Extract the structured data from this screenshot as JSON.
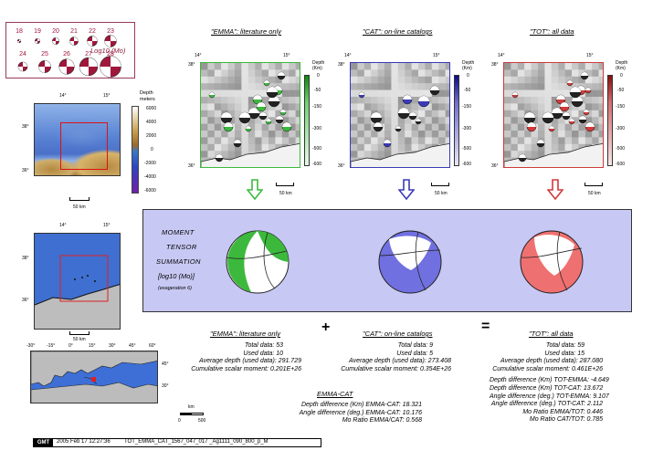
{
  "magnitude_legend": {
    "row1": [
      "18",
      "19",
      "20",
      "21",
      "22",
      "23"
    ],
    "row2": [
      "24",
      "25",
      "26",
      "27",
      "28"
    ],
    "label": "Log10 (Mo)"
  },
  "depth_scale": {
    "title": "Depth",
    "unit": "meters",
    "ticks": [
      "6000",
      "4000",
      "2000",
      "0",
      "-2000",
      "-4000",
      "-6000"
    ]
  },
  "depth_km_scale": {
    "title": "Depth",
    "unit": "(Km)",
    "ticks": [
      "0",
      "-50",
      "-150",
      "-300",
      "-500",
      "-600"
    ]
  },
  "map_ticks": {
    "lon": [
      "14°",
      "15°"
    ],
    "lat_top": "38°",
    "lat_bottom": "36°"
  },
  "world_map_ticks": {
    "lon": [
      "-30°",
      "-15°",
      "0°",
      "15°",
      "30°",
      "45°",
      "60°"
    ],
    "lat": [
      "45°",
      "30°"
    ]
  },
  "scale_bar": "50 km",
  "km_scale": {
    "unit": "km",
    "ticks": [
      "0",
      "500"
    ]
  },
  "panels": [
    {
      "title": "\"EMMA\": literature only",
      "color": "#3cb93c"
    },
    {
      "title": "\"CAT\": on-line catalogs",
      "color": "#3a3ab8"
    },
    {
      "title": "\"TOT\": all data",
      "color": "#d03a3a"
    }
  ],
  "summation": {
    "line1": "MOMENT",
    "line2": "TENSOR",
    "line3": "SUMMATION",
    "line4": "[log10 (Mo)]",
    "line5": "(exageration 6)"
  },
  "emma_stats": {
    "title": "\"EMMA\": literature only",
    "total": "Total data:   53",
    "used": "Used data:   10",
    "avg_depth": "Average depth (used data):   291.729",
    "moment": "Cumulative scalar moment:  0.201E+26"
  },
  "cat_stats": {
    "title": "\"CAT\": on-line catalogs",
    "total": "Total data:   9",
    "used": "Used data:   5",
    "avg_depth": "Average depth (used data):   273.408",
    "moment": "Cumulative scalar moment:  0.354E+26"
  },
  "tot_stats": {
    "title": "\"TOT\": all data",
    "total": "Total data:   59",
    "used": "Used data:   15",
    "avg_depth": "Average depth (used data):   287.080",
    "moment": "Cumulative scalar moment:  0.461E+26",
    "d1": "Depth difference (Km) TOT-EMMA:   -4.649",
    "d2": "Depth difference (Km) TOT-CAT:   13.672",
    "a1": "Angle difference (deg.) TOT-EMMA:   9.107",
    "a2": "Angle difference (deg.) TOT-CAT:   2.112",
    "m1": "Mo Ratio EMMA/TOT:   0.446",
    "m2": "Mo Ratio CAT/TOT:   0.785"
  },
  "emma_cat": {
    "title": "EMMA-CAT",
    "depth": "Depth difference (Km) EMMA-CAT:   18.321",
    "angle": "Angle difference (deg.) EMMA-CAT:   10.176",
    "ratio": "Mo Ratio EMMA/CAT:   0.568"
  },
  "operators": {
    "plus": "+",
    "equals": "="
  },
  "footer": {
    "logo": "GMT",
    "date": "2005 Feb 17 12:27:36",
    "file": "TOT_EMMA_CAT_1567_047_017 _Ag1111_090_800_p_M"
  },
  "colors": {
    "emma": "#3cb93c",
    "cat": "#3a3ab8",
    "tot": "#d03a3a",
    "summation_bg": "#c8c8f4",
    "map_frame": "#cc2a2a"
  }
}
